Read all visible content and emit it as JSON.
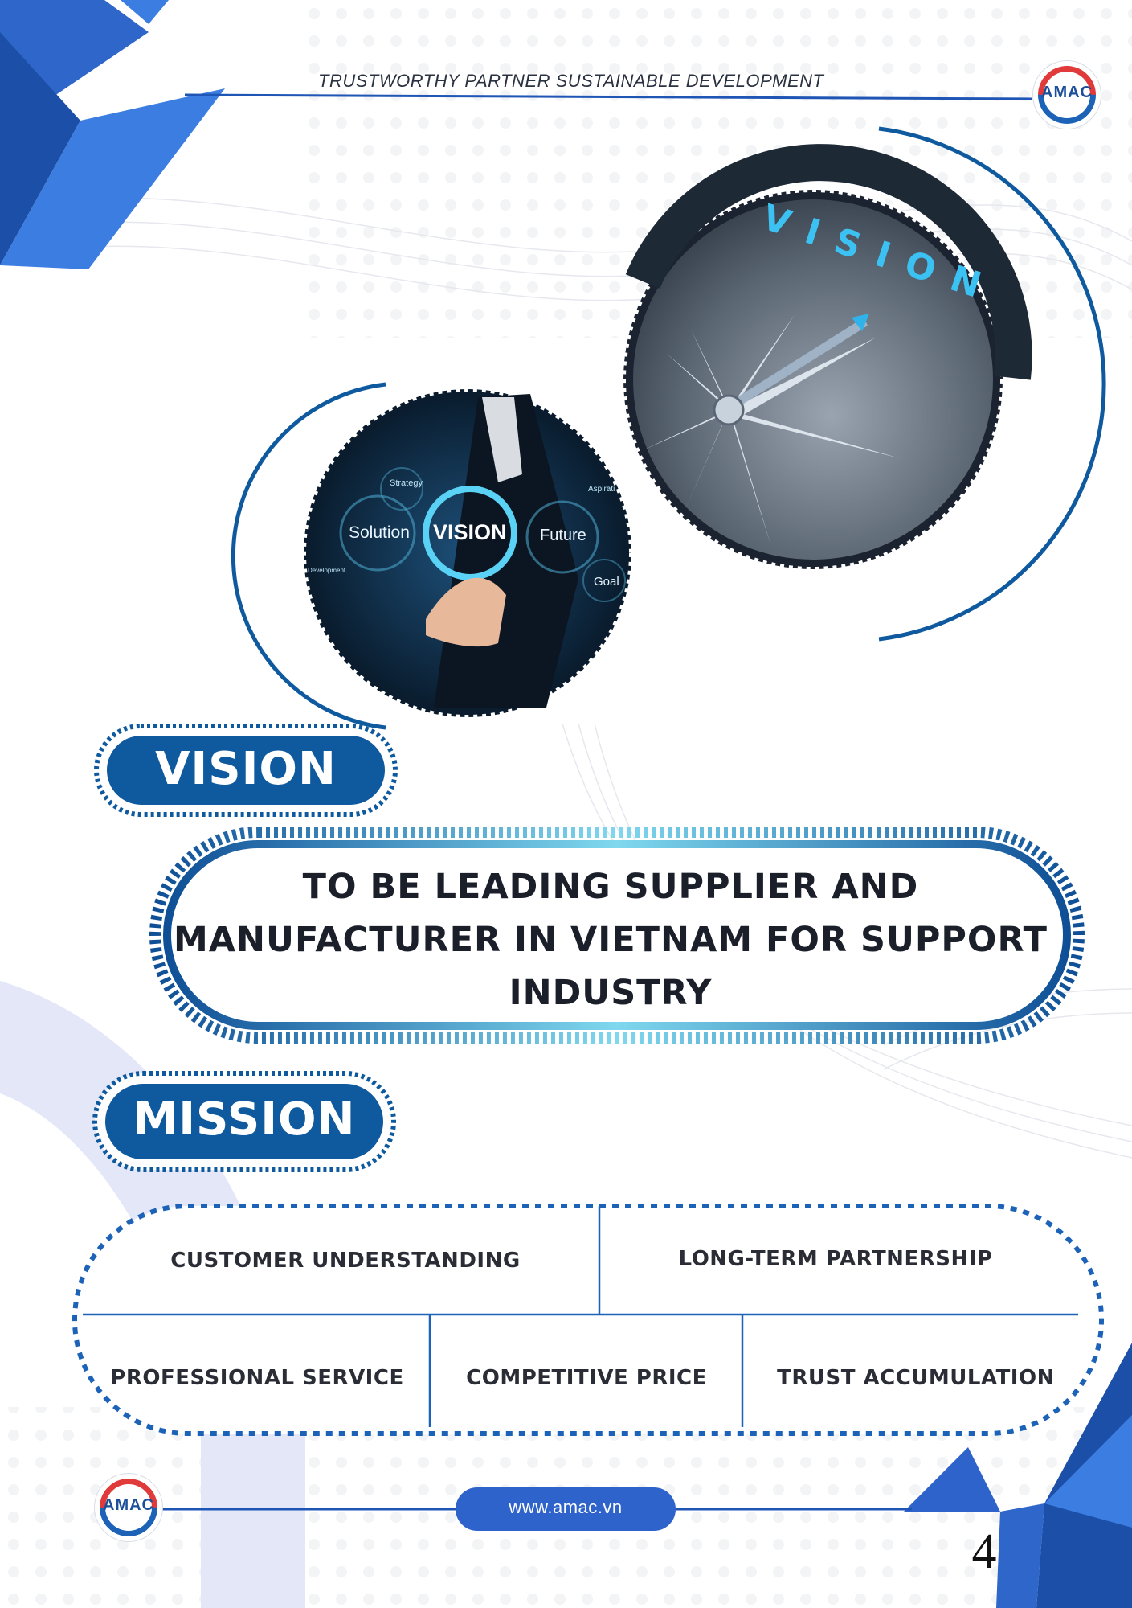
{
  "header": {
    "tagline": "TRUSTWORTHY PARTNER SUSTAINABLE DEVELOPMENT",
    "logo_text": "AMAC"
  },
  "images": {
    "vision_hand_words": [
      "Strategy",
      "Solution",
      "VISION",
      "Future",
      "Aspirati",
      "Goal",
      "Development"
    ],
    "compass_word": "VISION"
  },
  "vision": {
    "title": "VISION",
    "statement_lines": [
      "TO BE LEADING SUPPLIER AND",
      "MANUFACTURER IN VIETNAM FOR SUPPORT",
      "INDUSTRY"
    ]
  },
  "mission": {
    "title": "MISSION",
    "items": [
      "CUSTOMER UNDERSTANDING",
      "LONG-TERM PARTNERSHIP",
      "PROFESSIONAL SERVICE",
      "COMPETITIVE PRICE",
      "TRUST ACCUMULATION"
    ]
  },
  "footer": {
    "logo_text": "AMAC",
    "website": "www.amac.vn",
    "page_number": "4"
  },
  "colors": {
    "primary_blue": "#1c63b8",
    "dark_blue": "#0f4f96",
    "accent_red": "#e03a3a",
    "cyan": "#6ad4f0"
  }
}
